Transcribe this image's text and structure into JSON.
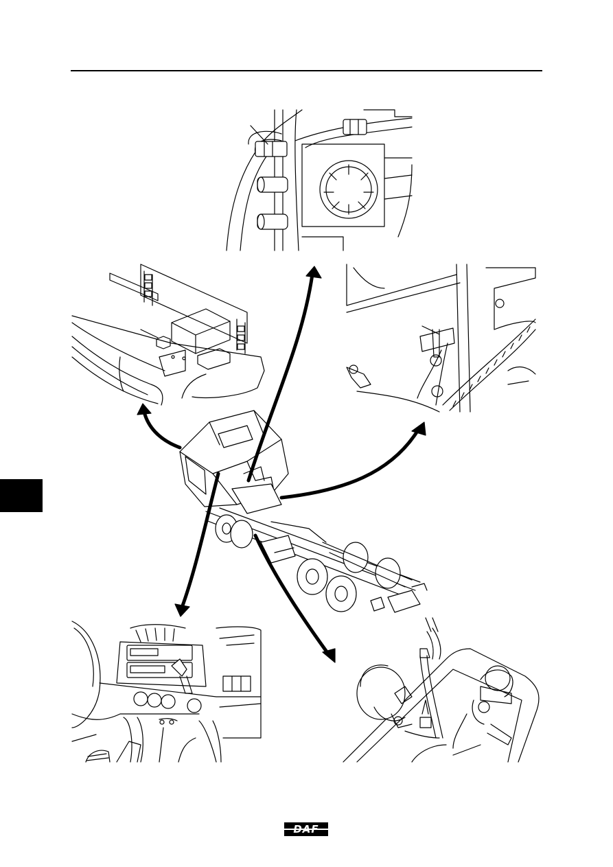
{
  "page": {
    "brand": "DAF",
    "section_tab_color": "#000000",
    "line_color": "#000000",
    "background": "#ffffff"
  },
  "figure": {
    "panels": [
      {
        "id": "top",
        "label": ""
      },
      {
        "id": "upper-left",
        "label": ""
      },
      {
        "id": "upper-right",
        "label": ""
      },
      {
        "id": "lower-left",
        "label": ""
      },
      {
        "id": "lower-right",
        "label": ""
      }
    ]
  }
}
